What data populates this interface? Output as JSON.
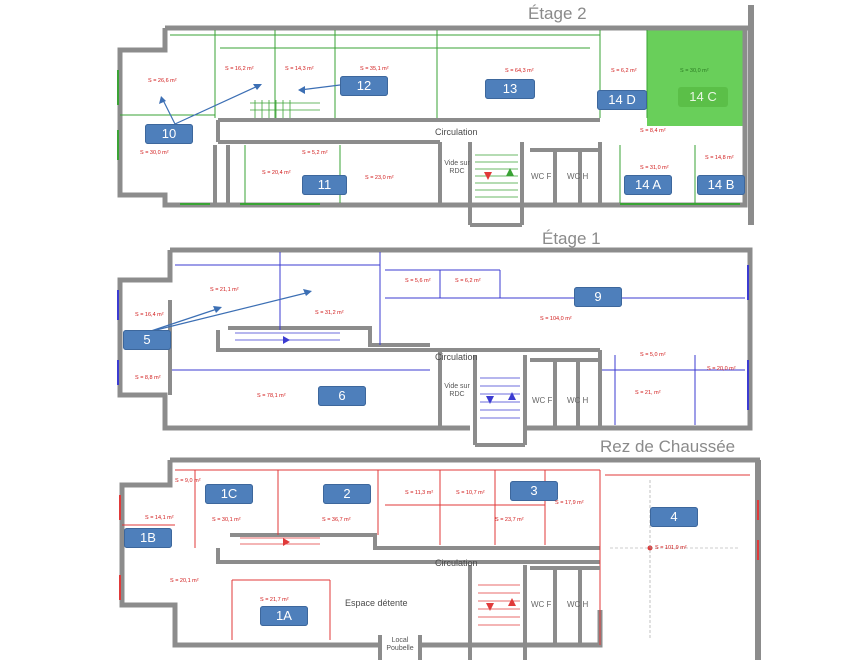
{
  "floors": {
    "etage2": {
      "title": "Étage 2",
      "circulation": "Circulation",
      "vide": "Vide sur RDC",
      "wc_f": "WC F",
      "wc_h": "WC H",
      "rooms": [
        "10",
        "11",
        "12",
        "13",
        "14 D",
        "14 C",
        "14 A",
        "14 B"
      ],
      "areas": [
        "S = 26,6 m²",
        "S = 16,2 m²",
        "S = 14,3 m²",
        "S = 35,1 m²",
        "S = 64,3 m²",
        "S = 6,2 m²",
        "S = 30,0 m²",
        "S = 30,0 m²",
        "S = 20,4 m²",
        "S = 5,2 m²",
        "S = 23,0 m²",
        "S = 8,4 m²",
        "S = 31,0 m²",
        "S = 14,8 m²"
      ]
    },
    "etage1": {
      "title": "Étage 1",
      "circulation": "Circulation",
      "vide": "Vide sur RDC",
      "wc_f": "WC F",
      "wc_h": "WC H",
      "rooms": [
        "5",
        "6",
        "9"
      ],
      "areas": [
        "S = 21,1 m²",
        "S = 16,4 m²",
        "S = 31,2 m²",
        "S = 8,8 m²",
        "S = 78,1 m²",
        "S = 5,6 m²",
        "S = 6,2 m²",
        "S = 104,0 m²",
        "S = 5,0 m²",
        "S = 21,  m²",
        "S = 20,0 m²"
      ]
    },
    "rdc": {
      "title": "Rez de Chaussée",
      "circulation": "Circulation",
      "espace": "Espace détente",
      "local": "Local Poubelle",
      "wc_f": "WC F",
      "wc_h": "WC H",
      "rooms": [
        "1C",
        "2",
        "3",
        "4",
        "1B",
        "1A"
      ],
      "areas": [
        "S = 9,0 m²",
        "S = 14,1 m²",
        "S = 30,1 m²",
        "S = 36,7 m²",
        "S = 11,3 m²",
        "S = 10,7 m²",
        "S = 23,7 m²",
        "S = 17,9 m²",
        "S = 101,9 m²",
        "S = 20,1 m²",
        "S = 21,7 m²"
      ]
    }
  },
  "colors": {
    "wall": "#8c8c8c",
    "etage2_lines": "#3aa335",
    "etage1_lines": "#3b3bd1",
    "rdc_lines": "#e03a3a",
    "label_blue": "#4e7fbb",
    "highlight_green": "#5bbf48"
  }
}
